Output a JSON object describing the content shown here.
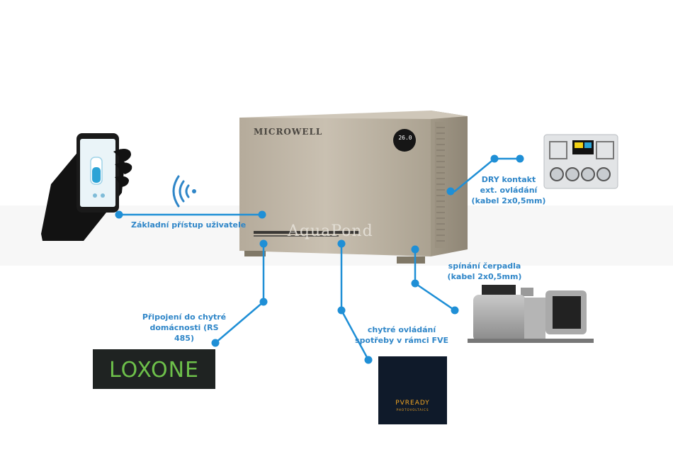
{
  "labels": {
    "basic_access": "Základní přístup uživatele",
    "smart_home_line1": "Připojení do chytré",
    "smart_home_line2": "domácnosti (RS 485)",
    "fve_line1": "chytré ovládání",
    "fve_line2": "spotřeby v rámci FVE",
    "dry_line1": "DRY kontakt",
    "dry_line2": "ext. ovládání",
    "dry_line3": "(kabel 2x0,5mm)",
    "pump_line1": "spínání čerpadla",
    "pump_line2": "(kabel 2x0,5mm)"
  },
  "heat_pump": {
    "brand": "MICROWELL",
    "product": "AquaPond",
    "display_value": "26.0"
  },
  "logos": {
    "loxone": "LOXONE",
    "pvready": "PVREADY",
    "pvready_sub": "PHOTOVOLTAICS"
  },
  "colors": {
    "connector": "#1f8fd6",
    "label": "#2f86c8",
    "loxone_green": "#6dc04a"
  },
  "icons": [
    "smartphone-in-hand-icon",
    "wifi-signal-icon",
    "dosing-controller-icon",
    "water-pump-icon",
    "solar-panel-icon"
  ]
}
